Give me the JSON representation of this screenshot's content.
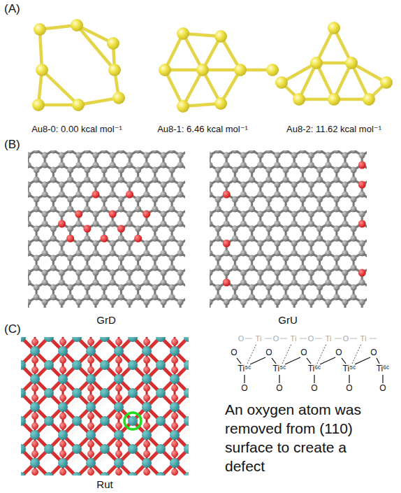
{
  "diagram": {
    "labels": [
      "(A)",
      "Au8-0: 0.00 kcal mol⁻¹",
      "Au8-1: 6.46 kcal mol⁻¹",
      "Au8-2: 11.62 kcal mol⁻¹",
      "(B)",
      "GrD",
      "GrU",
      "(C)",
      "Rut",
      "An oxygen atom was removed from (110) surface to create a defect",
      "O",
      "Ti",
      "O",
      "Ti",
      "O",
      "Ti",
      "O",
      "Ti",
      "O",
      "O",
      "O",
      "O",
      "O",
      "Ti⁵ᶜ",
      "Ti⁵ᶜ",
      "Ti⁶ᶜ",
      "Ti⁵ᶜ",
      "Ti⁶ᶜ",
      "O",
      "O",
      "O",
      "O",
      "O"
    ]
  }
}
